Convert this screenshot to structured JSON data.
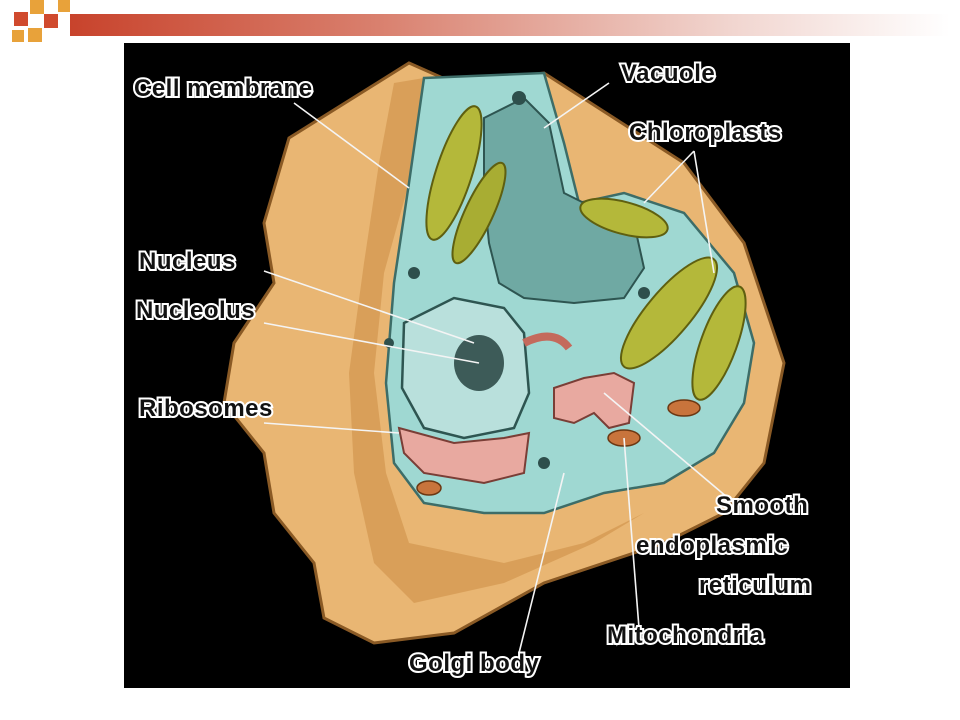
{
  "labels": {
    "cell_membrane": "Cell membrane",
    "vacuole": "Vacuole",
    "chloroplasts": "Chloroplasts",
    "nucleus": "Nucleus",
    "nucleolus": "Nucleolus",
    "ribosomes": "Ribosomes",
    "smooth_er_line1": "Smooth",
    "smooth_er_line2": "endoplasmic",
    "smooth_er_line3": "reticulum",
    "mitochondria": "Mitochondria",
    "golgi_body": "Golgi body"
  },
  "colors": {
    "wall": "#e9b673",
    "cytoplasm": "#9fd8d2",
    "vacuole": "#6fa9a3",
    "chloroplast": "#b4b83a",
    "golgi": "#e8a9a0",
    "background": "#000000"
  }
}
